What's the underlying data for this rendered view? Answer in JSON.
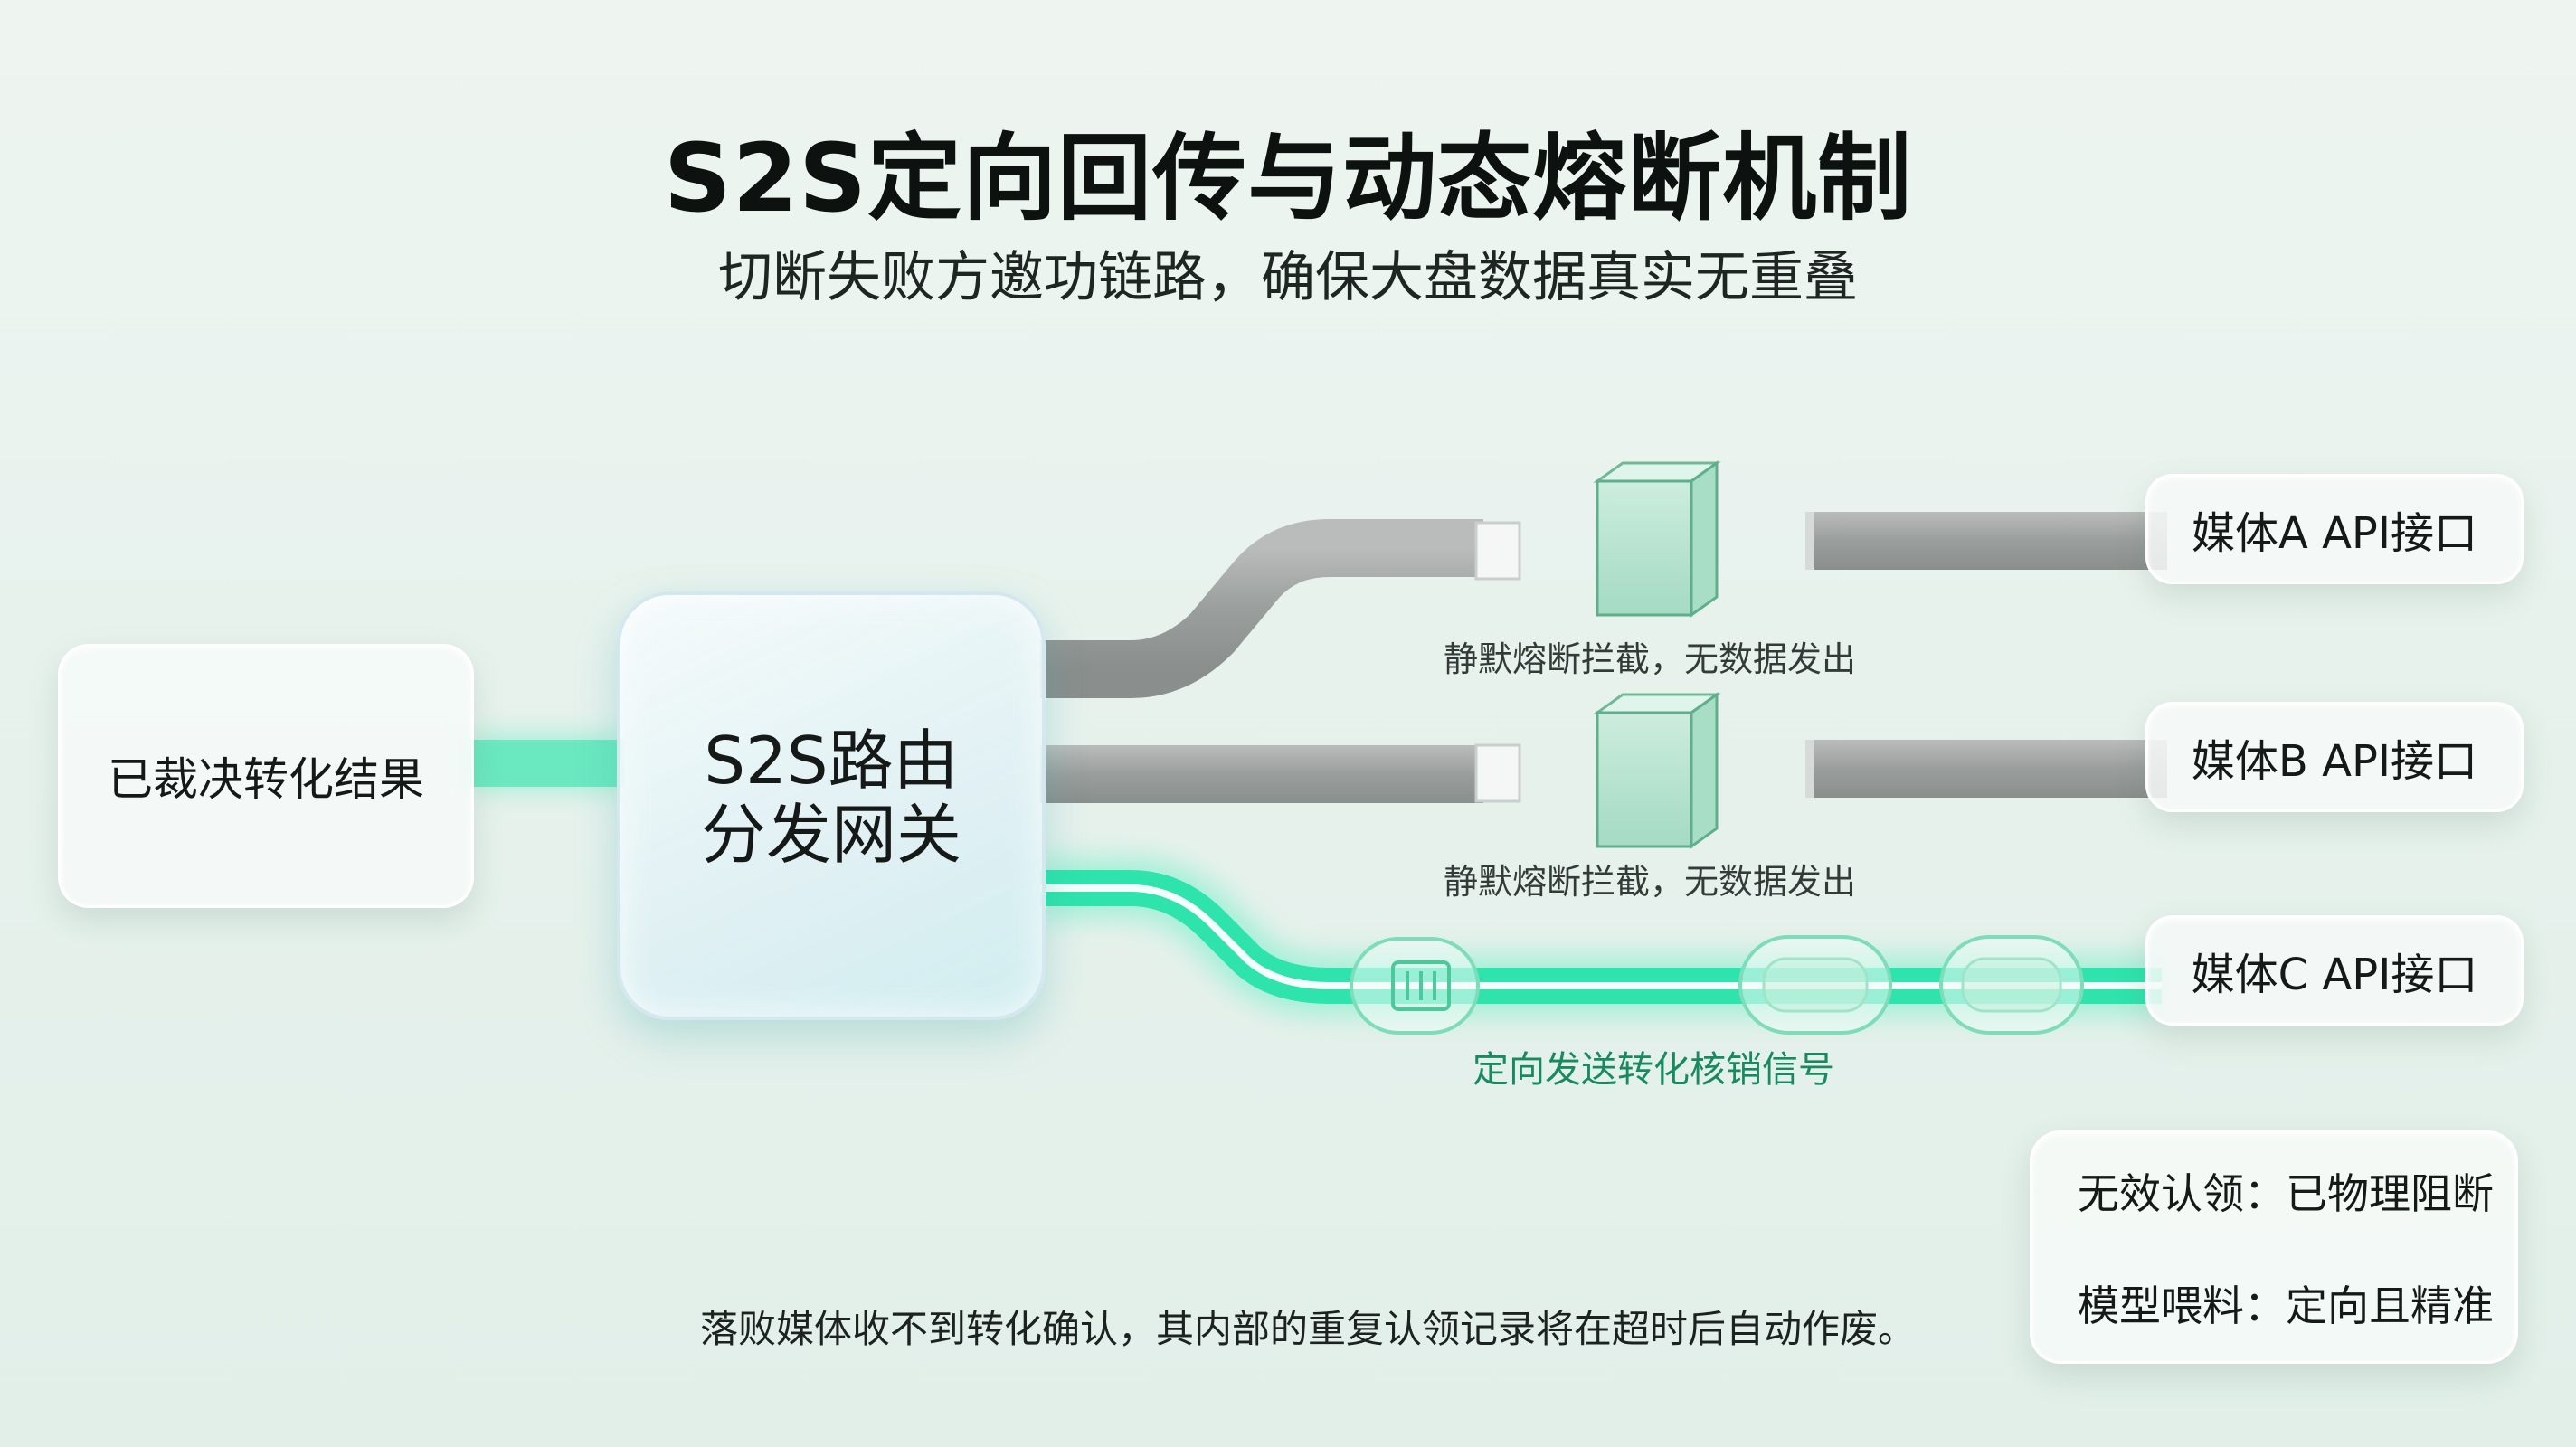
{
  "title": "S2S定向回传与动态熔断机制",
  "subtitle": "切断失败方邀功链路，确保大盘数据真实无重叠",
  "nodes": {
    "source": "已裁决转化结果",
    "gateway_line1": "S2S路由",
    "gateway_line2": "分发网关",
    "media_a": "媒体A API接口",
    "media_b": "媒体B API接口",
    "media_c": "媒体C API接口"
  },
  "labels": {
    "block_a": "静默熔断拦截，无数据发出",
    "block_b": "静默熔断拦截，无数据发出",
    "signal_c": "定向发送转化核销信号"
  },
  "legend": {
    "item1": "无效认领：已物理阻断",
    "item2": "模型喂料：定向且精准"
  },
  "footnote": "落败媒体收不到转化确认，其内部的重复认领记录将在超时后自动作废。",
  "colors": {
    "active_line": "#2fe3ad",
    "blocked_line": "#9a9d9c",
    "breaker_box": "#9fdcc2",
    "background": "#e8f2ed"
  },
  "icons": {
    "breaker": "glass-cube-icon",
    "signal_capsule": "data-capsule-icon"
  }
}
